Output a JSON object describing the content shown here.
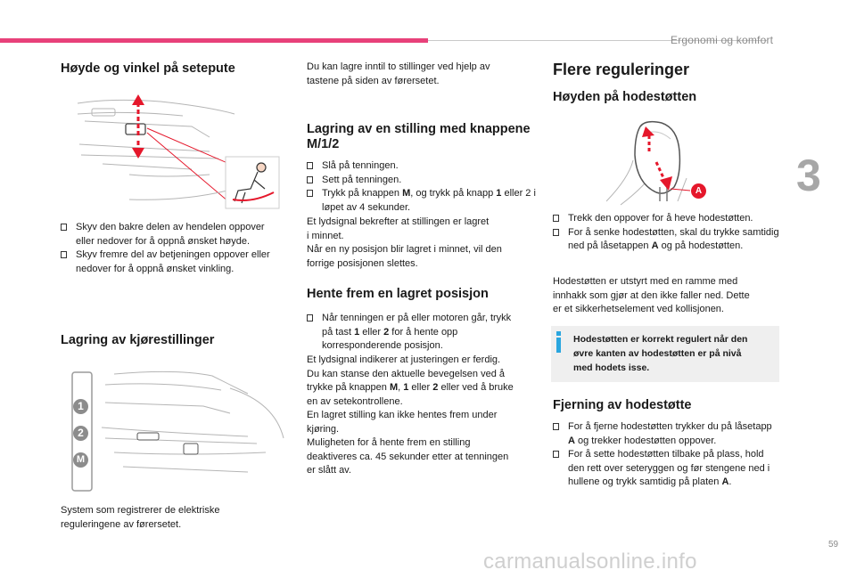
{
  "header": {
    "section_title": "Ergonomi og komfort",
    "chapter_number": "3",
    "page_number": "59"
  },
  "watermark": "carmanualsonline.info",
  "col1": {
    "heading1": "Høyde og vinkel på setepute",
    "bullets1": [
      "Skyv den bakre delen av hendelen oppover eller nedover for å oppnå ønsket høyde.",
      "Skyv fremre del av betjeningen oppover eller nedover for å oppnå ønsket vinkling."
    ],
    "heading2": "Lagring av kjørestillinger",
    "memory_buttons": [
      "1",
      "2",
      "M"
    ],
    "caption": [
      "System som registrerer de elektriske",
      "reguleringene av førersetet."
    ]
  },
  "col2": {
    "intro": [
      "Du kan lagre inntil to stillinger ved hjelp av",
      "tastene på siden av førersetet."
    ],
    "heading1": [
      "Lagring av en stilling med knappene",
      "M/1/2"
    ],
    "bullets1": [
      {
        "pre": "Slå på tenningen.",
        "b1": "",
        "mid": "",
        "b2": "",
        "post": ""
      },
      {
        "pre": "Sett på tenningen.",
        "b1": "",
        "mid": "",
        "b2": "",
        "post": ""
      },
      {
        "pre": "Trykk på knappen ",
        "b1": "M",
        "mid": ", og trykk på knapp ",
        "b2": "1",
        "post": " eller 2 i løpet av 4 sekunder."
      }
    ],
    "para1": [
      "Et lydsignal bekrefter at stillingen er lagret",
      "i minnet.",
      "Når en ny posisjon blir lagret i minnet, vil den",
      "forrige posisjonen slettes."
    ],
    "heading2": "Hente frem en lagret posisjon",
    "bullet2": {
      "pre": "Når tenningen er på eller motoren går, trykk på tast ",
      "b1": "1",
      "mid": " eller ",
      "b2": "2",
      "post": " for å hente opp korresponderende posisjon."
    },
    "para2a": [
      "Et lydsignal indikerer at justeringen er ferdig.",
      "Du kan stanse den aktuelle bevegelsen ved å"
    ],
    "para2b": {
      "pre": "trykke på knappen ",
      "b1": "M",
      "mid1": ", ",
      "b2": "1",
      "mid2": " eller ",
      "b3": "2",
      "post": " eller ved å bruke"
    },
    "para2c": [
      "en av setekontrollene.",
      "En lagret stilling kan ikke hentes frem under",
      "kjøring.",
      "Muligheten for å hente frem en stilling",
      "deaktiveres ca. 45 sekunder etter at tenningen",
      "er slått av."
    ]
  },
  "col3": {
    "title": "Flere reguleringer",
    "heading1": "Høyden på hodestøtten",
    "label_a": "A",
    "bullets1": [
      {
        "pre": "Trekk den oppover for å heve hodestøtten.",
        "b": "",
        "post": ""
      },
      {
        "pre": "For å senke hodestøtten, skal du trykke samtidig ned på låsetappen ",
        "b": "A",
        "post": " og på hodestøtten."
      }
    ],
    "para1": [
      "Hodestøtten er utstyrt med en ramme med",
      "innhakk som gjør at den ikke faller ned. Dette",
      "er et sikkerhetselement ved kollisjonen."
    ],
    "tip": [
      "Hodestøtten er korrekt regulert når den",
      "øvre kanten av hodestøtten er på nivå",
      "med hodets isse."
    ],
    "heading2": "Fjerning av hodestøtte",
    "bullets2": [
      {
        "pre": "For å fjerne hodestøtten trykker du på låsetapp ",
        "b": "A",
        "post": " og trekker hodestøtten oppover."
      },
      {
        "pre": "For å sette hodestøtten tilbake på plass, hold den rett over seteryggen og før stengene ned i hullene og trykk samtidig på platen ",
        "b": "A",
        "post": "."
      }
    ]
  },
  "colors": {
    "accent": "#e8417a",
    "arrow": "#e5172b",
    "tip_bg": "#efefef",
    "tip_icon": "#2aa6df",
    "chapter": "#a7a7a7"
  }
}
